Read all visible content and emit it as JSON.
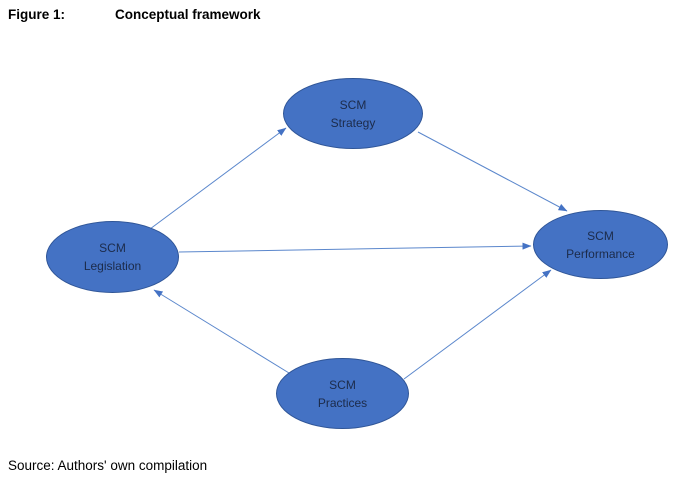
{
  "figure": {
    "label": "Figure 1:",
    "title": "Conceptual framework"
  },
  "source_note": "Source: Authors' own compilation",
  "diagram": {
    "nodes": [
      {
        "id": "strategy",
        "line1": "SCM",
        "line2": "Strategy"
      },
      {
        "id": "legislation",
        "line1": "SCM",
        "line2": "Legislation"
      },
      {
        "id": "performance",
        "line1": "SCM",
        "line2": "Performance"
      },
      {
        "id": "practices",
        "line1": "SCM",
        "line2": "Practices"
      }
    ],
    "edges": [
      {
        "from": "legislation",
        "to": "strategy"
      },
      {
        "from": "strategy",
        "to": "performance"
      },
      {
        "from": "legislation",
        "to": "performance"
      },
      {
        "from": "practices",
        "to": "legislation"
      },
      {
        "from": "practices",
        "to": "performance"
      }
    ],
    "colors": {
      "node_fill": "#4472C4",
      "node_border": "#2F5597",
      "node_text": "#1C2B4A",
      "arrow_line": "#5B87CC",
      "arrow_head": "#4472C4"
    }
  }
}
